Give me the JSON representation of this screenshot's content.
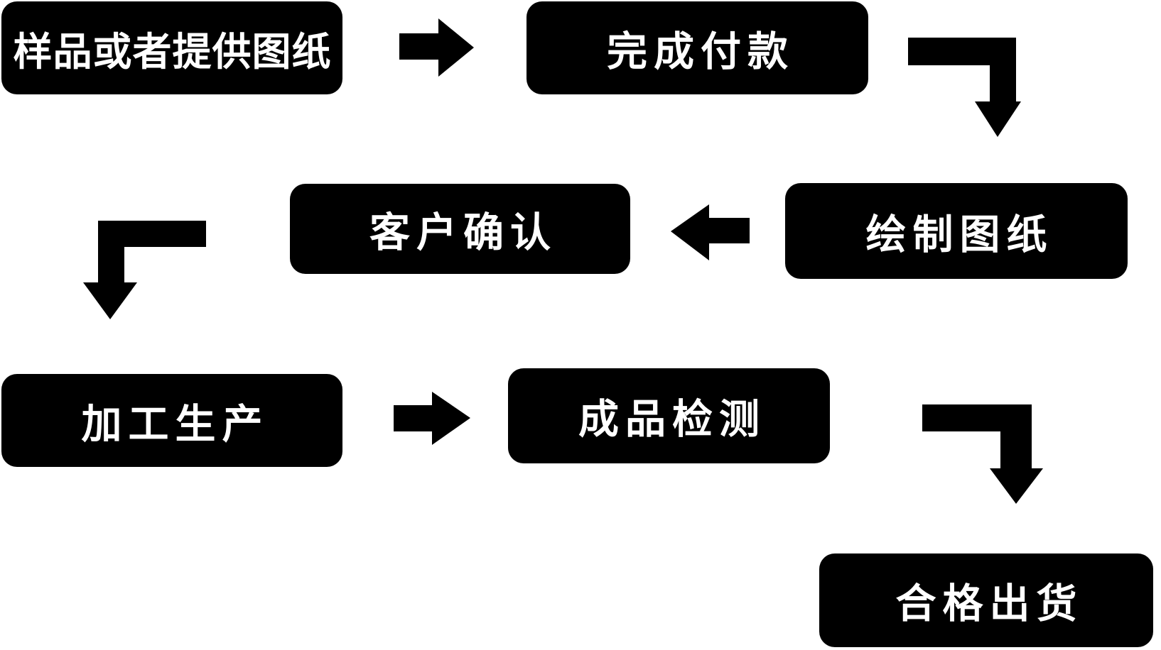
{
  "colors": {
    "background": "#ffffff",
    "node_fill": "#000000",
    "node_text": "#ffffff",
    "arrow_fill": "#000000"
  },
  "nodes": [
    {
      "id": "sample-or-provide-drawing",
      "label": "样品或者提供图纸"
    },
    {
      "id": "complete-payment",
      "label": "完成付款"
    },
    {
      "id": "draw-drawing",
      "label": "绘制图纸"
    },
    {
      "id": "customer-confirm",
      "label": "客户确认"
    },
    {
      "id": "processing-production",
      "label": "加工生产"
    },
    {
      "id": "finished-product-inspection",
      "label": "成品检测"
    },
    {
      "id": "qualified-shipment",
      "label": "合格出货"
    }
  ],
  "edges": [
    {
      "from": "sample-or-provide-drawing",
      "to": "complete-payment",
      "shape": "straight-right"
    },
    {
      "from": "complete-payment",
      "to": "draw-drawing",
      "shape": "elbow-right-down"
    },
    {
      "from": "draw-drawing",
      "to": "customer-confirm",
      "shape": "straight-left"
    },
    {
      "from": "customer-confirm",
      "to": "processing-production",
      "shape": "elbow-left-down"
    },
    {
      "from": "processing-production",
      "to": "finished-product-inspection",
      "shape": "straight-right"
    },
    {
      "from": "finished-product-inspection",
      "to": "qualified-shipment",
      "shape": "elbow-right-down"
    }
  ]
}
